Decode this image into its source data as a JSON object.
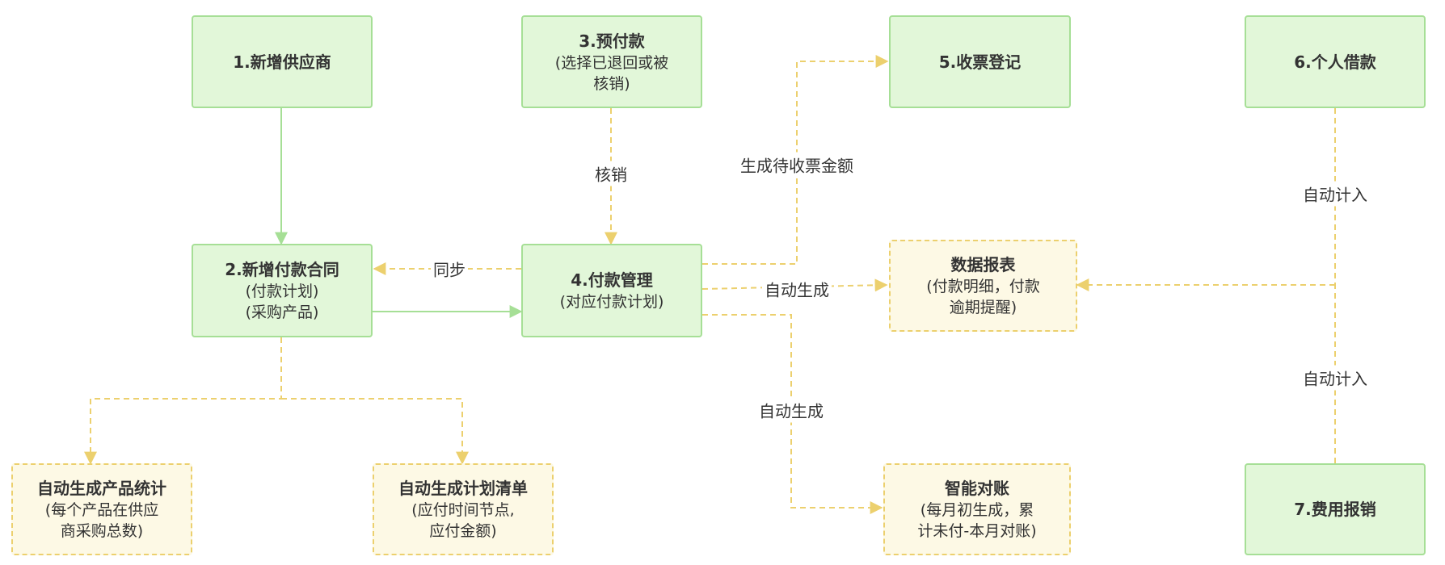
{
  "colors": {
    "solid_fill": "#e2f7d9",
    "solid_border": "#a6df96",
    "dashed_fill": "#fdf9e5",
    "dashed_border": "#ecd06e",
    "solid_edge": "#a6df96",
    "dashed_edge": "#ecd06e"
  },
  "nodes": {
    "n1": {
      "title": "1.新增供应商",
      "lines": []
    },
    "n2": {
      "title": "2.新增付款合同",
      "lines": [
        "(付款计划)",
        "(采购产品)"
      ]
    },
    "n3": {
      "title": "3.预付款",
      "lines": [
        "(选择已退回或被",
        "核销)"
      ]
    },
    "n4": {
      "title": "4.付款管理",
      "lines": [
        "(对应付款计划)"
      ]
    },
    "n5": {
      "title": "5.收票登记",
      "lines": []
    },
    "n6": {
      "title": "6.个人借款",
      "lines": []
    },
    "n7": {
      "title": "7.费用报销",
      "lines": []
    },
    "report": {
      "title": "数据报表",
      "lines": [
        "(付款明细，付款",
        "逾期提醒)"
      ]
    },
    "product_stats": {
      "title": "自动生成产品统计",
      "lines": [
        "(每个产品在供应",
        "商采购总数)"
      ]
    },
    "plan_list": {
      "title": "自动生成计划清单",
      "lines": [
        "(应付时间节点,",
        "应付金额)"
      ]
    },
    "reconcile": {
      "title": "智能对账",
      "lines": [
        "(每月初生成，累",
        "计未付-本月对账)"
      ]
    }
  },
  "edge_labels": {
    "writeoff": "核销",
    "sync": "同步",
    "pending_invoice": "生成待收票金额",
    "auto_gen_report": "自动生成",
    "auto_gen_reconcile": "自动生成",
    "auto_count_loan": "自动计入",
    "auto_count_expense": "自动计入"
  }
}
